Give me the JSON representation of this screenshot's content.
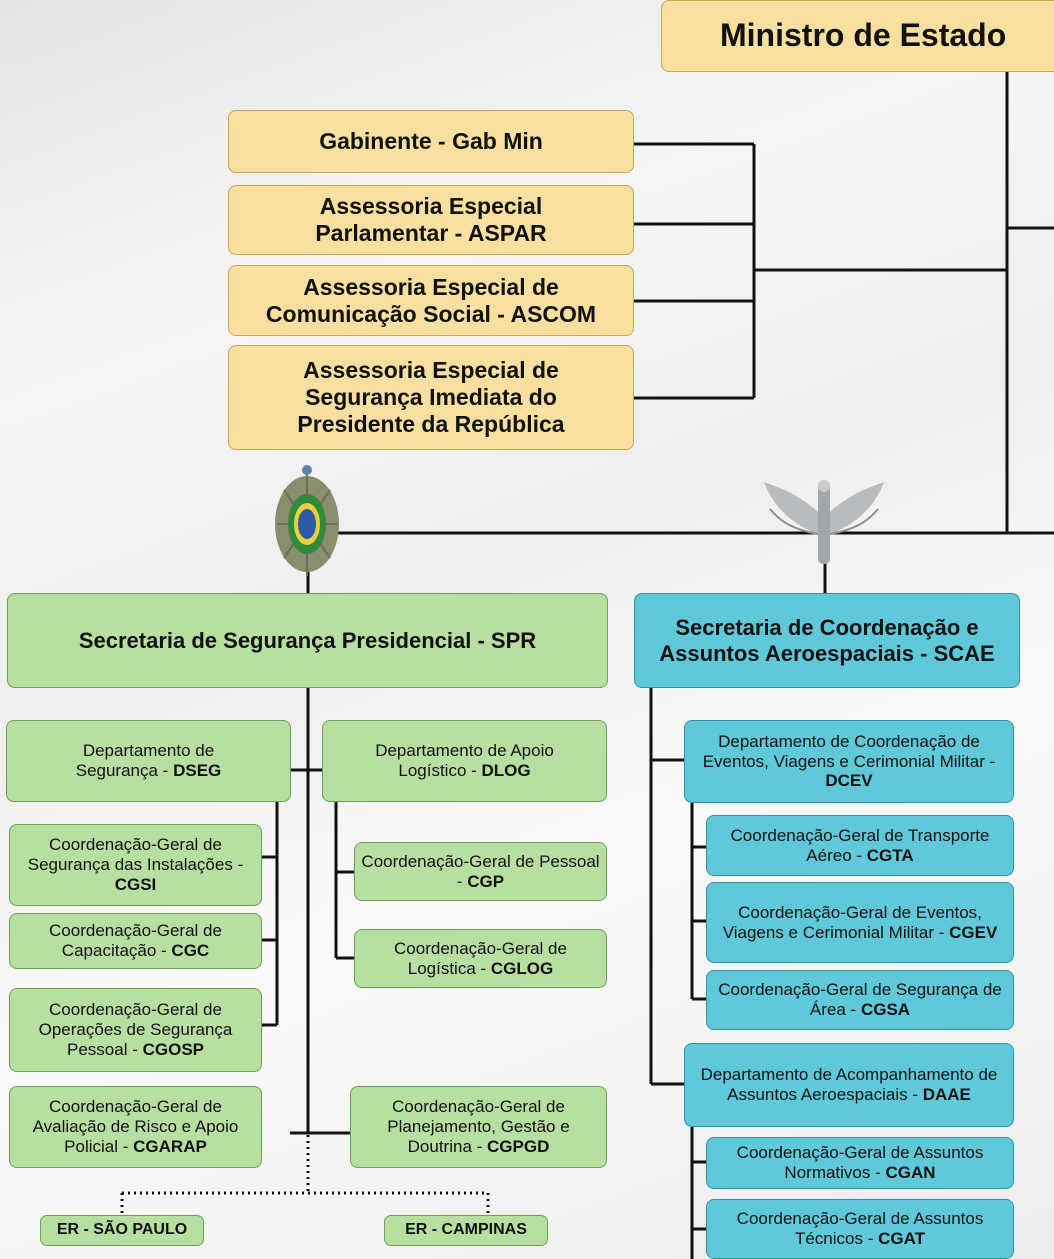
{
  "ministro": "Ministro de Estado",
  "gab": "Gabinente - Gab Min",
  "aspar": "Assessoria Especial Parlamentar - ASPAR",
  "ascom": "Assessoria Especial de Comunicação Social - ASCOM",
  "seg_imediata": "Assessoria Especial de Segurança Imediata do Presidente da República",
  "spr": "Secretaria de Segurança Presidencial - SPR",
  "scae": "Secretaria de Coordenação e Assuntos Aeroespaciais - SCAE",
  "dseg": {
    "text": "Departamento de Segurança - ",
    "code": "DSEG"
  },
  "dlog": {
    "text": "Departamento de Apoio Logístico - ",
    "code": "DLOG"
  },
  "cgsi": {
    "text": "Coordenação-Geral de Segurança das Instalações - ",
    "code": "CGSI"
  },
  "cgc": {
    "text": "Coordenação-Geral de Capacitação - ",
    "code": "CGC"
  },
  "cgosp": {
    "text": "Coordenação-Geral de Operações de Segurança Pessoal - ",
    "code": "CGOSP"
  },
  "cgarap": {
    "text": "Coordenação-Geral de Avaliação de Risco e Apoio Policial - ",
    "code": "CGARAP"
  },
  "cgp": {
    "text": "Coordenação-Geral de Pessoal - ",
    "code": "CGP"
  },
  "cglog": {
    "text": "Coordenação-Geral de Logística - ",
    "code": "CGLOG"
  },
  "cgpgd": {
    "text": "Coordenação-Geral de Planejamento, Gestão e Doutrina  - ",
    "code": "CGPGD"
  },
  "er_sp": "ER - SÃO PAULO",
  "er_camp": "ER - CAMPINAS",
  "dcev": {
    "text": "Departamento de Coordenação de Eventos, Viagens e Cerimonial Militar - ",
    "code": "DCEV"
  },
  "cgta": {
    "text": "Coordenação-Geral de Transporte Aéreo - ",
    "code": "CGTA"
  },
  "cgev": {
    "text": "Coordenação-Geral de Eventos, Viagens e Cerimonial Militar - ",
    "code": "CGEV"
  },
  "cgsa": {
    "text": "Coordenação-Geral de Segurança de Área - ",
    "code": "CGSA"
  },
  "daae": {
    "text": "Departamento de Acompanhamento de Assuntos Aeroespaciais - ",
    "code": "DAAE"
  },
  "cgan": {
    "text": "Coordenação-Geral de Assuntos Normativos - ",
    "code": "CGAN"
  },
  "cgat": {
    "text": "Coordenação-Geral de Assuntos Técnicos - ",
    "code": "CGAT"
  },
  "colors": {
    "yellow": "#f7dfa0",
    "green": "#b7dfa2",
    "blue": "#5fc9da",
    "line": "#111111"
  },
  "icons": [
    "army-emblem-icon",
    "air-force-wings-icon"
  ]
}
